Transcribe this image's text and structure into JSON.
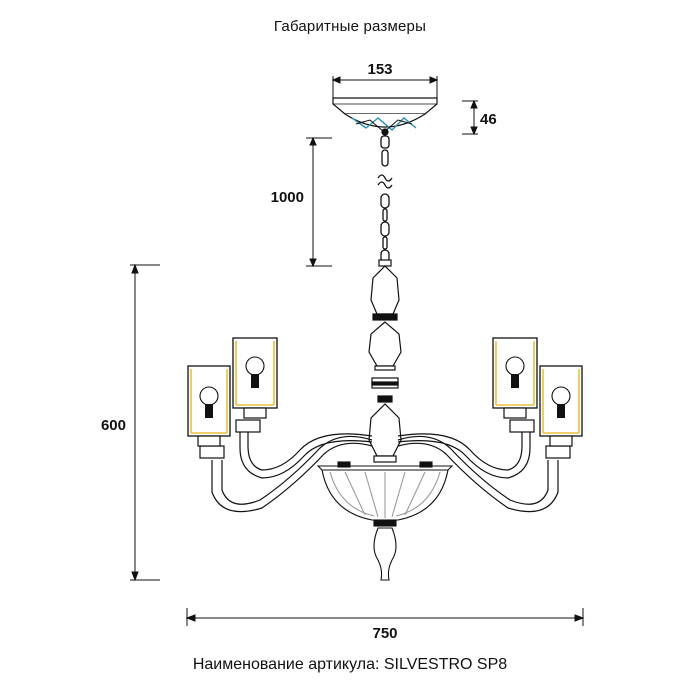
{
  "header": {
    "title": "Габаритные размеры"
  },
  "dimensions": {
    "canopy_width": "153",
    "canopy_height": "46",
    "chain_length": "1000",
    "height": "600",
    "width": "750"
  },
  "footer": {
    "label": "Наименование артикула:",
    "article": "SILVESTRO SP8"
  },
  "colors": {
    "line": "#111111",
    "glass": "#9a9a9a",
    "shade_accent": "#e7c23a",
    "canopy_accent": "#2a8fb0"
  }
}
